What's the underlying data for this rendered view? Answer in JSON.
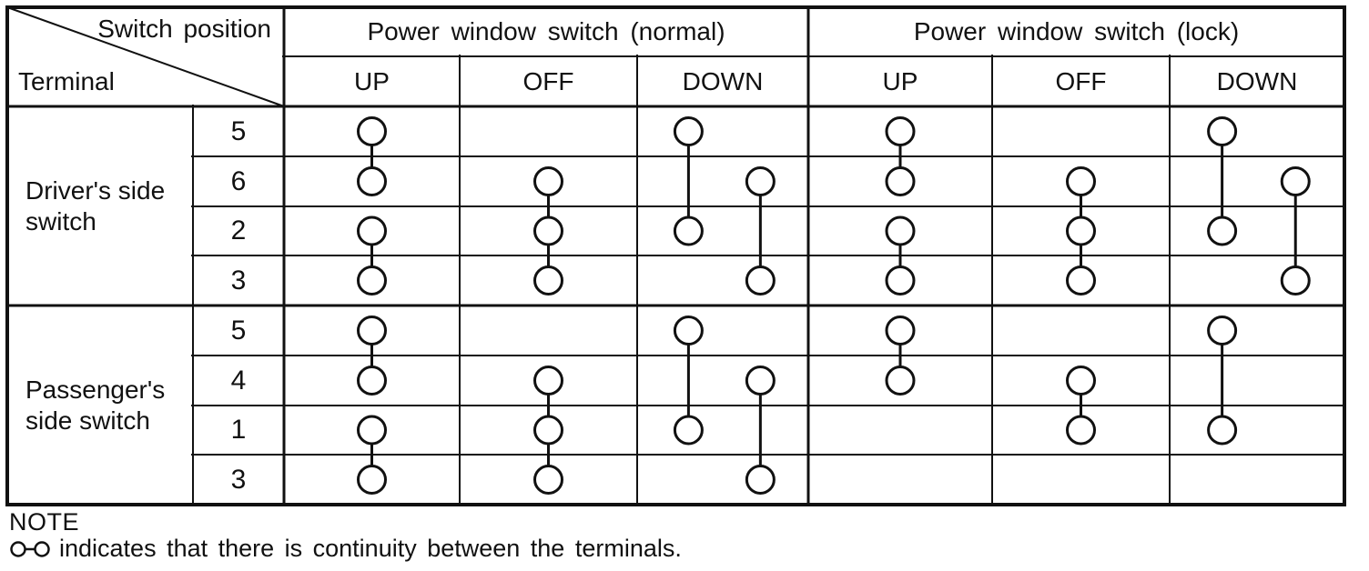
{
  "table": {
    "corner": {
      "top_label": "Switch position",
      "bottom_label": "Terminal"
    },
    "column_groups": [
      {
        "label": "Power window switch (normal)",
        "subcolumns": [
          "UP",
          "OFF",
          "DOWN"
        ]
      },
      {
        "label": "Power window switch (lock)",
        "subcolumns": [
          "UP",
          "OFF",
          "DOWN"
        ]
      }
    ],
    "row_groups": [
      {
        "label": "Driver's side switch",
        "terminals": [
          "5",
          "6",
          "2",
          "3"
        ]
      },
      {
        "label": "Passenger's side switch",
        "terminals": [
          "5",
          "4",
          "1",
          "3"
        ]
      }
    ]
  },
  "chart_data": {
    "type": "table",
    "title": "Power window switch continuity table",
    "row_keys": [
      "driver-5",
      "driver-6",
      "driver-2",
      "driver-3",
      "passenger-5",
      "passenger-4",
      "passenger-1",
      "passenger-3"
    ],
    "column_keys": [
      "normal-UP",
      "normal-OFF",
      "normal-DOWN",
      "lock-UP",
      "lock-OFF",
      "lock-DOWN"
    ],
    "connections": [
      {
        "column": "normal-UP",
        "pos": "center",
        "rows": [
          0,
          1
        ],
        "terminals": [
          "5",
          "6"
        ]
      },
      {
        "column": "normal-UP",
        "pos": "center",
        "rows": [
          2,
          3
        ],
        "terminals": [
          "2",
          "3"
        ]
      },
      {
        "column": "normal-UP",
        "pos": "center",
        "rows": [
          4,
          5
        ],
        "terminals": [
          "5",
          "4"
        ]
      },
      {
        "column": "normal-UP",
        "pos": "center",
        "rows": [
          6,
          7
        ],
        "terminals": [
          "1",
          "3"
        ]
      },
      {
        "column": "normal-OFF",
        "pos": "center",
        "rows": [
          1,
          2,
          3
        ],
        "terminals": [
          "6",
          "2",
          "3"
        ]
      },
      {
        "column": "normal-OFF",
        "pos": "center",
        "rows": [
          5,
          6,
          7
        ],
        "terminals": [
          "4",
          "1",
          "3"
        ]
      },
      {
        "column": "normal-DOWN",
        "pos": "left",
        "rows": [
          0,
          2
        ],
        "terminals": [
          "5",
          "2"
        ]
      },
      {
        "column": "normal-DOWN",
        "pos": "right",
        "rows": [
          1,
          3
        ],
        "terminals": [
          "6",
          "3"
        ]
      },
      {
        "column": "normal-DOWN",
        "pos": "left",
        "rows": [
          4,
          6
        ],
        "terminals": [
          "5",
          "1"
        ]
      },
      {
        "column": "normal-DOWN",
        "pos": "right",
        "rows": [
          5,
          7
        ],
        "terminals": [
          "4",
          "3"
        ]
      },
      {
        "column": "lock-UP",
        "pos": "center",
        "rows": [
          0,
          1
        ],
        "terminals": [
          "5",
          "6"
        ]
      },
      {
        "column": "lock-UP",
        "pos": "center",
        "rows": [
          2,
          3
        ],
        "terminals": [
          "2",
          "3"
        ]
      },
      {
        "column": "lock-UP",
        "pos": "center",
        "rows": [
          4,
          5
        ],
        "terminals": [
          "5",
          "4"
        ]
      },
      {
        "column": "lock-OFF",
        "pos": "center",
        "rows": [
          1,
          2,
          3
        ],
        "terminals": [
          "6",
          "2",
          "3"
        ]
      },
      {
        "column": "lock-OFF",
        "pos": "center",
        "rows": [
          5,
          6
        ],
        "terminals": [
          "4",
          "1"
        ]
      },
      {
        "column": "lock-DOWN",
        "pos": "left",
        "rows": [
          0,
          2
        ],
        "terminals": [
          "5",
          "2"
        ]
      },
      {
        "column": "lock-DOWN",
        "pos": "right",
        "rows": [
          1,
          3
        ],
        "terminals": [
          "6",
          "3"
        ]
      },
      {
        "column": "lock-DOWN",
        "pos": "left",
        "rows": [
          4,
          6
        ],
        "terminals": [
          "5",
          "1"
        ]
      }
    ]
  },
  "note": {
    "label": "NOTE",
    "symbol": "O–O",
    "text": "indicates that there is continuity between the terminals."
  },
  "colors": {
    "ink": "#111111",
    "paper": "#ffffff"
  }
}
